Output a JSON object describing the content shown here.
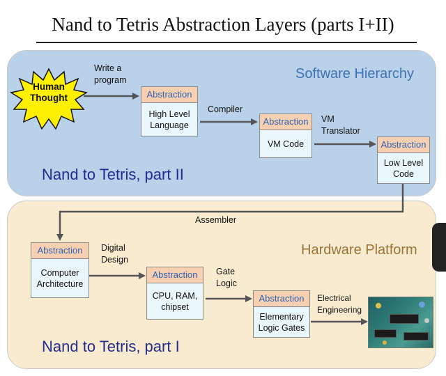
{
  "title": "Nand to Tetris Abstraction Layers (parts I+II)",
  "software": {
    "heading": "Software Hierarchy",
    "part_label": "Nand to Tetris, part II"
  },
  "hardware": {
    "heading": "Hardware Platform",
    "part_label": "Nand to Tetris, part I"
  },
  "human_thought": "Human Thought",
  "abstraction_header": "Abstraction",
  "boxes": {
    "high_level_language": "High Level Language",
    "vm_code": "VM Code",
    "low_level_code": "Low Level Code",
    "computer_architecture": "Computer Architecture",
    "cpu_ram_chipset": "CPU, RAM, chipset",
    "elementary_logic_gates": "Elementary Logic Gates"
  },
  "edges": {
    "write_a_program": "Write a program",
    "compiler": "Compiler",
    "vm_translator": "VM Translator",
    "assembler": "Assembler",
    "digital_design": "Digital Design",
    "gate_logic": "Gate Logic",
    "electrical_engineering": "Electrical Engineering"
  },
  "colors": {
    "software_panel": "#b9d1e9",
    "hardware_panel": "#f8ebcf",
    "abstraction_header_bg": "#f7cfb1",
    "box_body_bg": "#e9f6fb",
    "human_thought_fill": "#ffef00",
    "heading_software": "#3e73b4",
    "heading_hardware": "#9a7437",
    "part_label": "#1f2d8e"
  }
}
